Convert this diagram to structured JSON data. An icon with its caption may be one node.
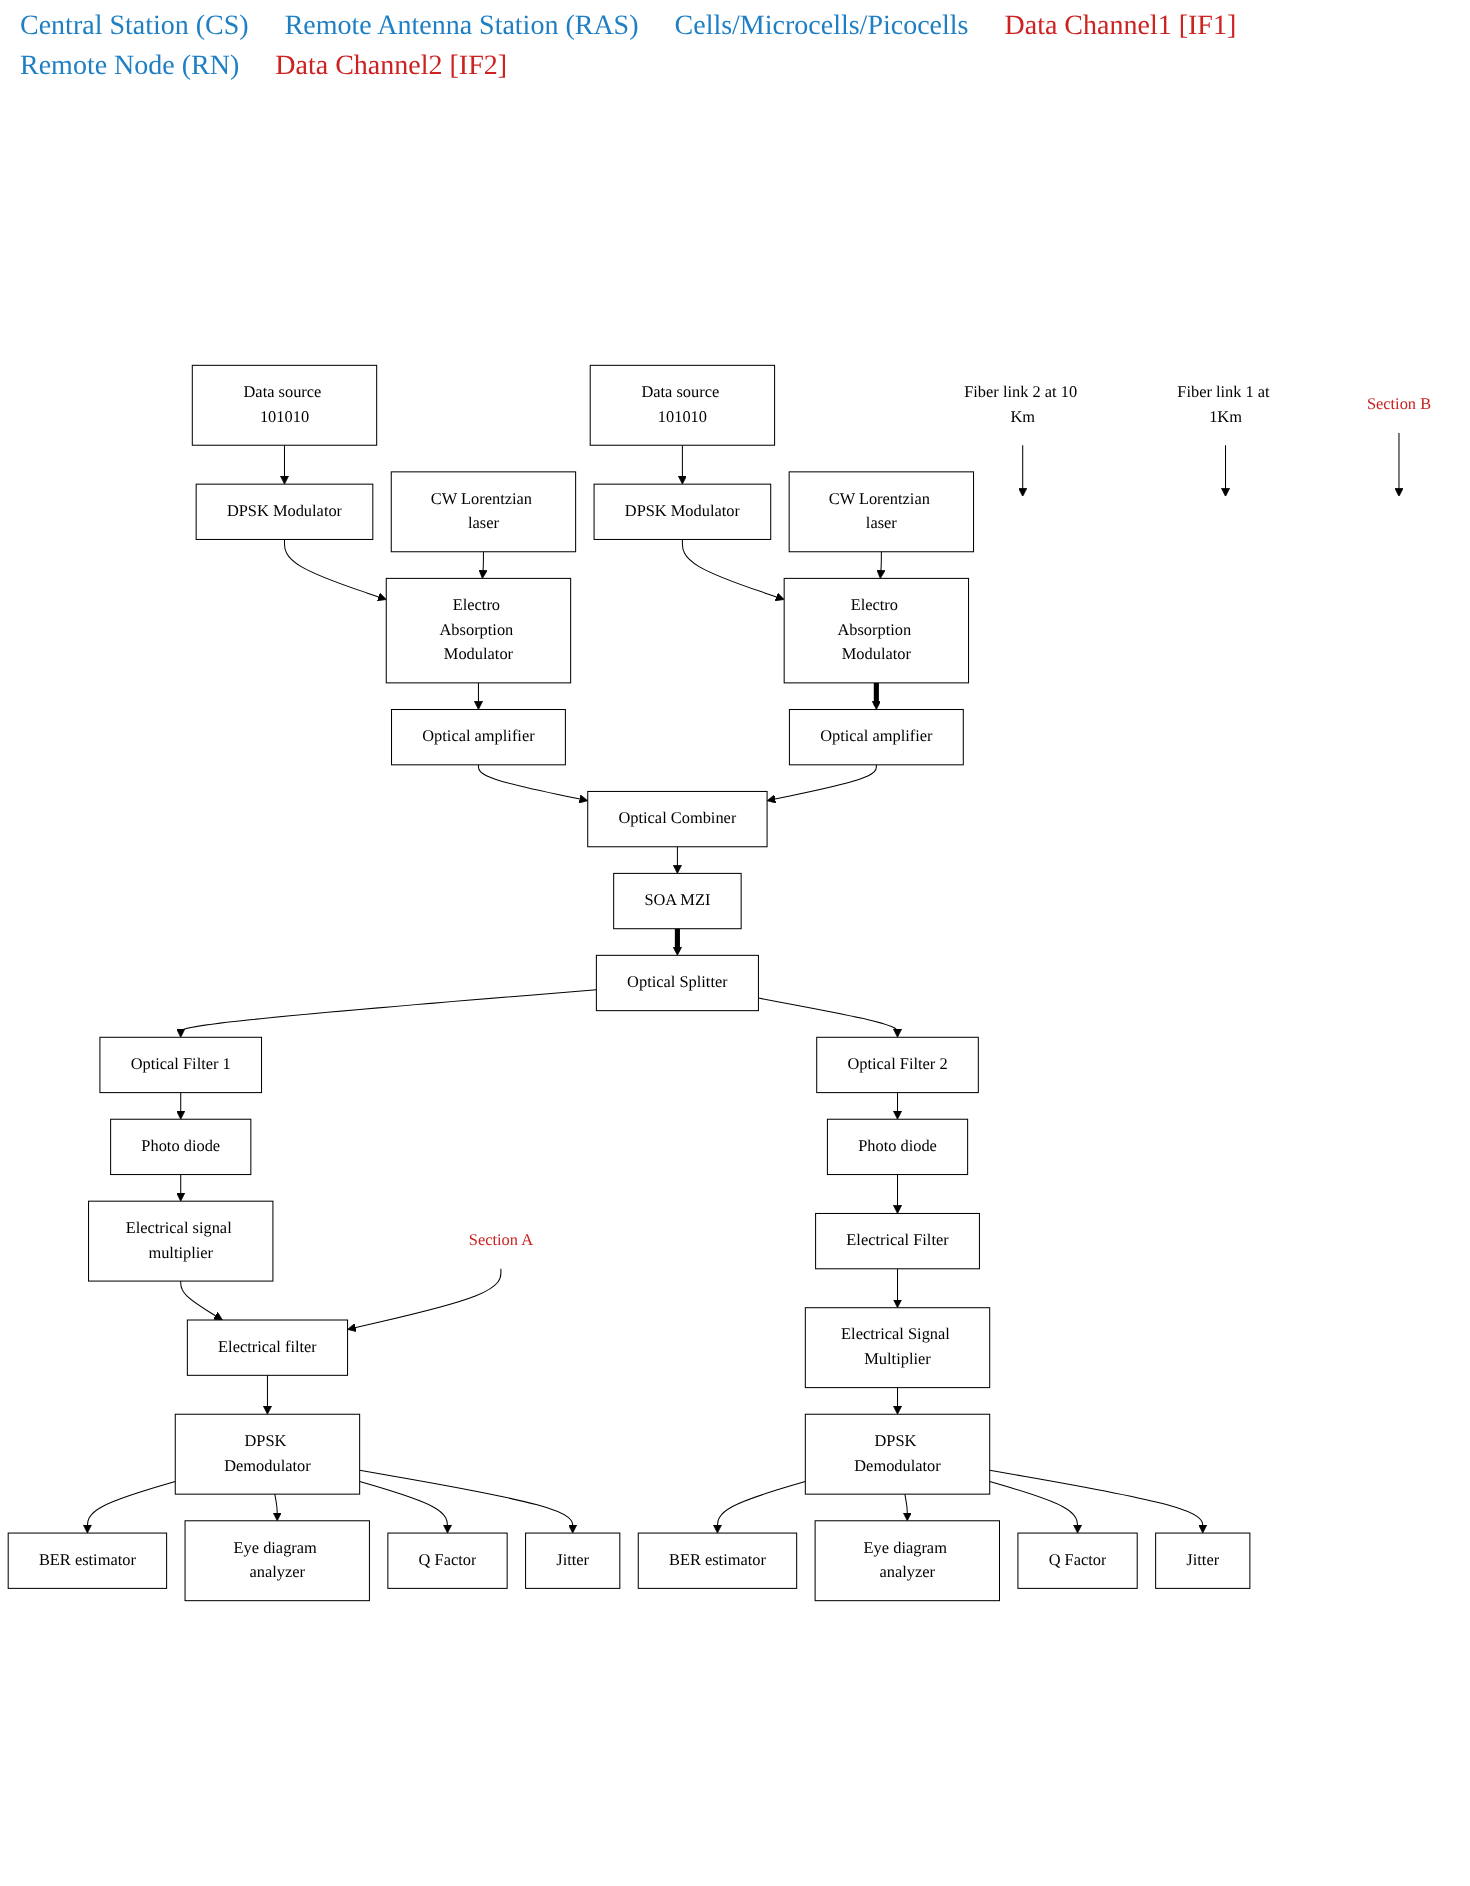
{
  "diagram": {
    "nodes": [
      {
        "text": [
          "Data source 101010"
        ]
      },
      {
        "text": [
          "DPSK Modulator"
        ]
      },
      {
        "text": [
          "Electro Absorption Modulator"
        ]
      },
      {
        "text": [
          "Optical amplifier"
        ]
      },
      {
        "text": [
          "CW Lorentzian laser"
        ]
      },
      {
        "text": [
          "Optical Combiner"
        ]
      },
      {
        "text": [
          "SOA MZI"
        ]
      },
      {
        "text": [
          "Optical Splitter"
        ]
      },
      {
        "text": [
          "Optical Filter 1"
        ]
      },
      {
        "text": [
          "Photo diode"
        ]
      },
      {
        "text": [
          "Electrical signal multiplier"
        ]
      },
      {
        "text": [
          "Electrical filter"
        ]
      },
      {
        "text": [
          "DPSK Demodulator"
        ]
      },
      {
        "text": [
          "BER estimator"
        ]
      },
      {
        "text": [
          "Eye diagram analyzer"
        ]
      },
      {
        "text": [
          "Q Factor"
        ]
      },
      {
        "text": [
          "Jitter"
        ]
      },
      {
        "text": [
          "Optical Filter 2"
        ]
      },
      {
        "text": [
          "Photo diode"
        ]
      },
      {
        "text": [
          "Electrical Filter"
        ]
      },
      {
        "text": [
          "Electrical Signal Multiplier"
        ]
      },
      {
        "text": [
          "Data source 101010"
        ]
      },
      {
        "text": [
          "DPSK Modulator"
        ]
      },
      {
        "text": [
          "Electro Absorption Modulator"
        ]
      },
      {
        "text": [
          "Optical amplifier"
        ]
      },
      {
        "text": [
          "CW Lorentzian laser"
        ]
      },
      {
        "text": [
          "DPSK Demodulator"
        ]
      },
      {
        "text": [
          "BER estimator"
        ]
      },
      {
        "text": [
          "Eye diagram analyzer"
        ]
      },
      {
        "text": [
          "Q Factor"
        ]
      },
      {
        "text": [
          "Jitter"
        ]
      },
      {
        "text": [
          "Fiber link 2 at 10 Km"
        ]
      },
      {
        "text": [
          "Fiber link 1 at 1Km"
        ]
      },
      {
        "text": [
          "Section A"
        ]
      },
      {
        "text": [
          "Section B"
        ]
      }
    ],
    "edges": [
      {
        "from": 0,
        "to": 1,
        "arrow": "to"
      },
      {
        "from": 1,
        "to": 2,
        "arrow": "to"
      },
      {
        "from": 2,
        "to": 3,
        "arrow": "to"
      },
      {
        "from": 4,
        "to": 2,
        "arrow": "to"
      },
      {
        "from": 3,
        "to": 5,
        "arrow": "to"
      },
      {
        "from": 5,
        "to": 6,
        "arrow": "to"
      },
      {
        "from": 6,
        "to": 7,
        "arrow": "to",
        "style": "thick"
      },
      {
        "from": 7,
        "to": 8,
        "arrow": "to"
      },
      {
        "from": 8,
        "to": 9,
        "arrow": "to"
      },
      {
        "from": 9,
        "to": 10,
        "arrow": "to"
      },
      {
        "from": 10,
        "to": 11,
        "arrow": "to"
      },
      {
        "from": 11,
        "to": 12,
        "arrow": "to"
      },
      {
        "from": 12,
        "to": 13,
        "arrow": "to"
      },
      {
        "from": 12,
        "to": 14,
        "arrow": "to"
      },
      {
        "from": 12,
        "to": 15,
        "arrow": "to"
      },
      {
        "from": 12,
        "to": 16,
        "arrow": "to"
      },
      {
        "from": 7,
        "to": 17,
        "arrow": "to"
      },
      {
        "from": 17,
        "to": 18,
        "arrow": "to"
      },
      {
        "from": 18,
        "to": 19,
        "arrow": "to"
      },
      {
        "from": 19,
        "to": 20,
        "arrow": "to"
      },
      {
        "from": 20,
        "to": 26,
        "arrow": "to"
      },
      {
        "from": 26,
        "to": 27,
        "arrow": "to"
      },
      {
        "from": 26,
        "to": 28,
        "arrow": "to"
      },
      {
        "from": 26,
        "to": 29,
        "arrow": "to"
      },
      {
        "from": 26,
        "to": 30,
        "arrow": "to"
      },
      {
        "from": 21,
        "to": 22,
        "arrow": "to"
      },
      {
        "from": 22,
        "to": 23,
        "arrow": "to"
      },
      {
        "from": 23,
        "to": 24,
        "arrow": "to",
        "style": "thick"
      },
      {
        "from": 25,
        "to": 23,
        "arrow": "to"
      },
      {
        "from": 24,
        "to": 5,
        "arrow": "to"
      },
      {
        "from": 31,
        "to": null,
        "arrow": "to"
      },
      {
        "from": 32,
        "to": null,
        "arrow": "to"
      },
      {
        "from": 33,
        "to": 11,
        "arrow": "to"
      },
      {
        "from": 34,
        "to": null,
        "arrow": "to"
      }
    ],
    "labels": [
      "Central Station (CS)",
      "Remote Antenna Station (RAS)",
      "Cells/Microcells/Picocells",
      "Data Channel1 [IF1]",
      "Remote Node (RN)",
      "Data Channel2 [IF2]"
    ]
  }
}
